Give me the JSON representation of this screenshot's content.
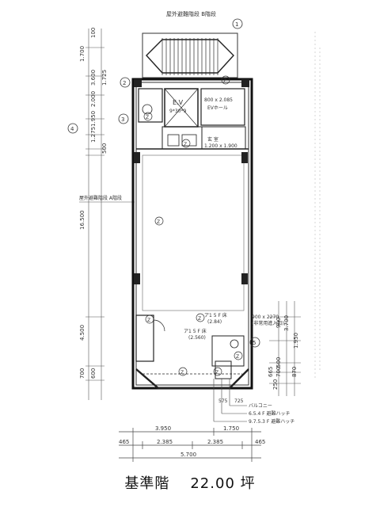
{
  "caption": {
    "floor_label": "基準階",
    "area_label": "22.00 坪"
  },
  "annotations": {
    "stair_top": "屋外避難階段 B階段",
    "stair_side": "屋外避難階段 A階段",
    "ev": "E.V",
    "ev_size": "9*30*9",
    "ev_hall_size": "800 x 2.085",
    "ev_hall": "EVホール",
    "kanshitsu": "玄 室",
    "kanshitsu_size": "1.200 x 1.900",
    "ps_left": "ア1 5 F 床",
    "ps_left_size": "(2.560)",
    "ps_center": "ア1 5 F 床",
    "ps_center_size": "(2.84)",
    "opening": "900 x 2270",
    "opening_note": "(非常用進入口)",
    "balcony": "バルコニー",
    "hatch1": "6.5.4 F 避難ハッチ",
    "hatch2": "9.7.5.3 F 避難ハッチ"
  },
  "dims_left": [
    "100",
    "1.700",
    "3.600",
    "1.725",
    "2.000",
    "1.950",
    "1.275",
    "500",
    "16.500",
    "4.500",
    "700",
    "600"
  ],
  "dims_right": [
    "1.950",
    "900",
    "3.700",
    "500",
    "665",
    "700",
    "250",
    "870"
  ],
  "dims_bottom_row1": [
    "3.950",
    "1.750"
  ],
  "dims_bottom_row2": [
    "465",
    "2.385",
    "2.385",
    "465"
  ],
  "dims_bottom_total": "5.700",
  "dims_bottom_small": [
    "575",
    "725"
  ],
  "column_marks": [
    "Z",
    "Z",
    "Z",
    "Z",
    "Z",
    "Z",
    "Z",
    "Z",
    "Z"
  ],
  "grid_marks": [
    "1",
    "2",
    "3",
    "4",
    "5"
  ]
}
